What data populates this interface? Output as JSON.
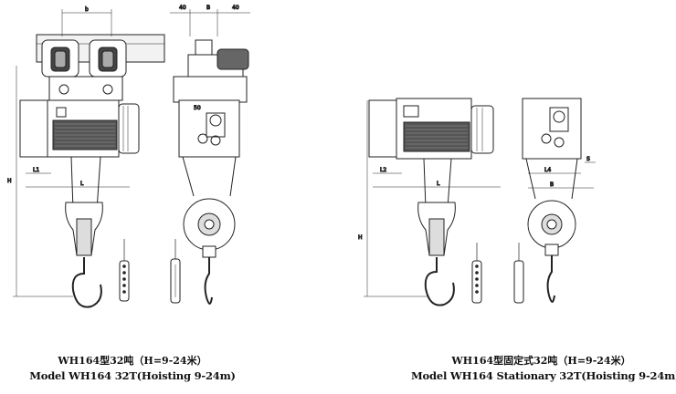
{
  "dimensions": {
    "top_span_left": "b",
    "top_d1": "40",
    "top_b": "B",
    "top_d2": "40",
    "height_left": "H",
    "l1_left": "L1",
    "l_left": "L",
    "b1_label": "50",
    "h_right": "H",
    "l2_right": "L2",
    "l_right": "L",
    "l4_right": "L4",
    "side_right": "S",
    "bottom_right": "B"
  },
  "captions": {
    "left": {
      "title_cn": "WH164型32吨（H=9-24米）",
      "title_en": "Model WH164 32T(Hoisting 9-24m)"
    },
    "right": {
      "title_cn": "WH164型固定式32吨（H=9-24米）",
      "title_en": "Model WH164 Stationary 32T(Hoisting 9-24m)"
    }
  }
}
